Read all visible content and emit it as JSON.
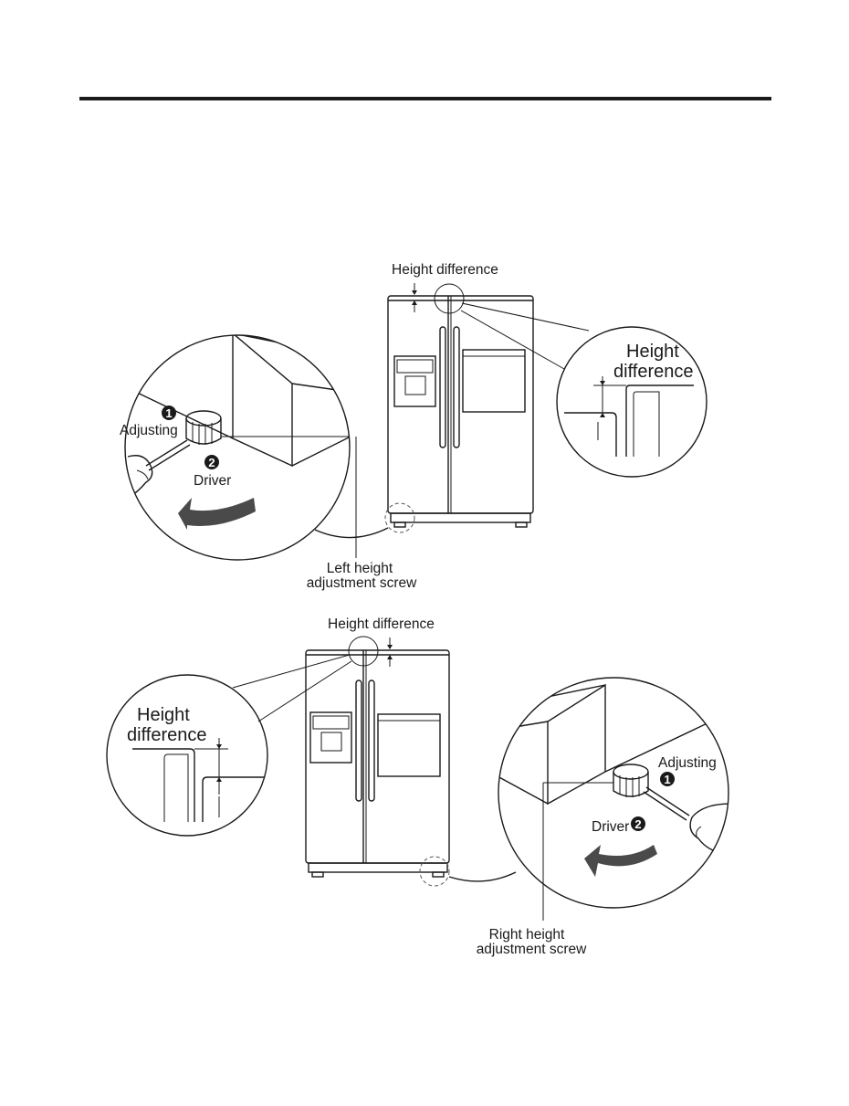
{
  "diagrams": {
    "top": {
      "height_difference_label": "Height difference",
      "zoom_height_difference_line1": "Height",
      "zoom_height_difference_line2": "difference",
      "adjusting_label": "Adjusting",
      "driver_label": "Driver",
      "step_1": "1",
      "step_2": "2",
      "screw_label_line1": "Left height",
      "screw_label_line2": "adjustment screw"
    },
    "bottom": {
      "height_difference_label": "Height difference",
      "zoom_height_difference_line1": "Height",
      "zoom_height_difference_line2": "difference",
      "adjusting_label": "Adjusting",
      "driver_label": "Driver",
      "step_1": "1",
      "step_2": "2",
      "screw_label_line1": "Right height",
      "screw_label_line2": "adjustment screw"
    }
  },
  "colors": {
    "ink": "#1a1a1a",
    "arrow_fill": "#4a4a4a",
    "paper": "#ffffff"
  }
}
